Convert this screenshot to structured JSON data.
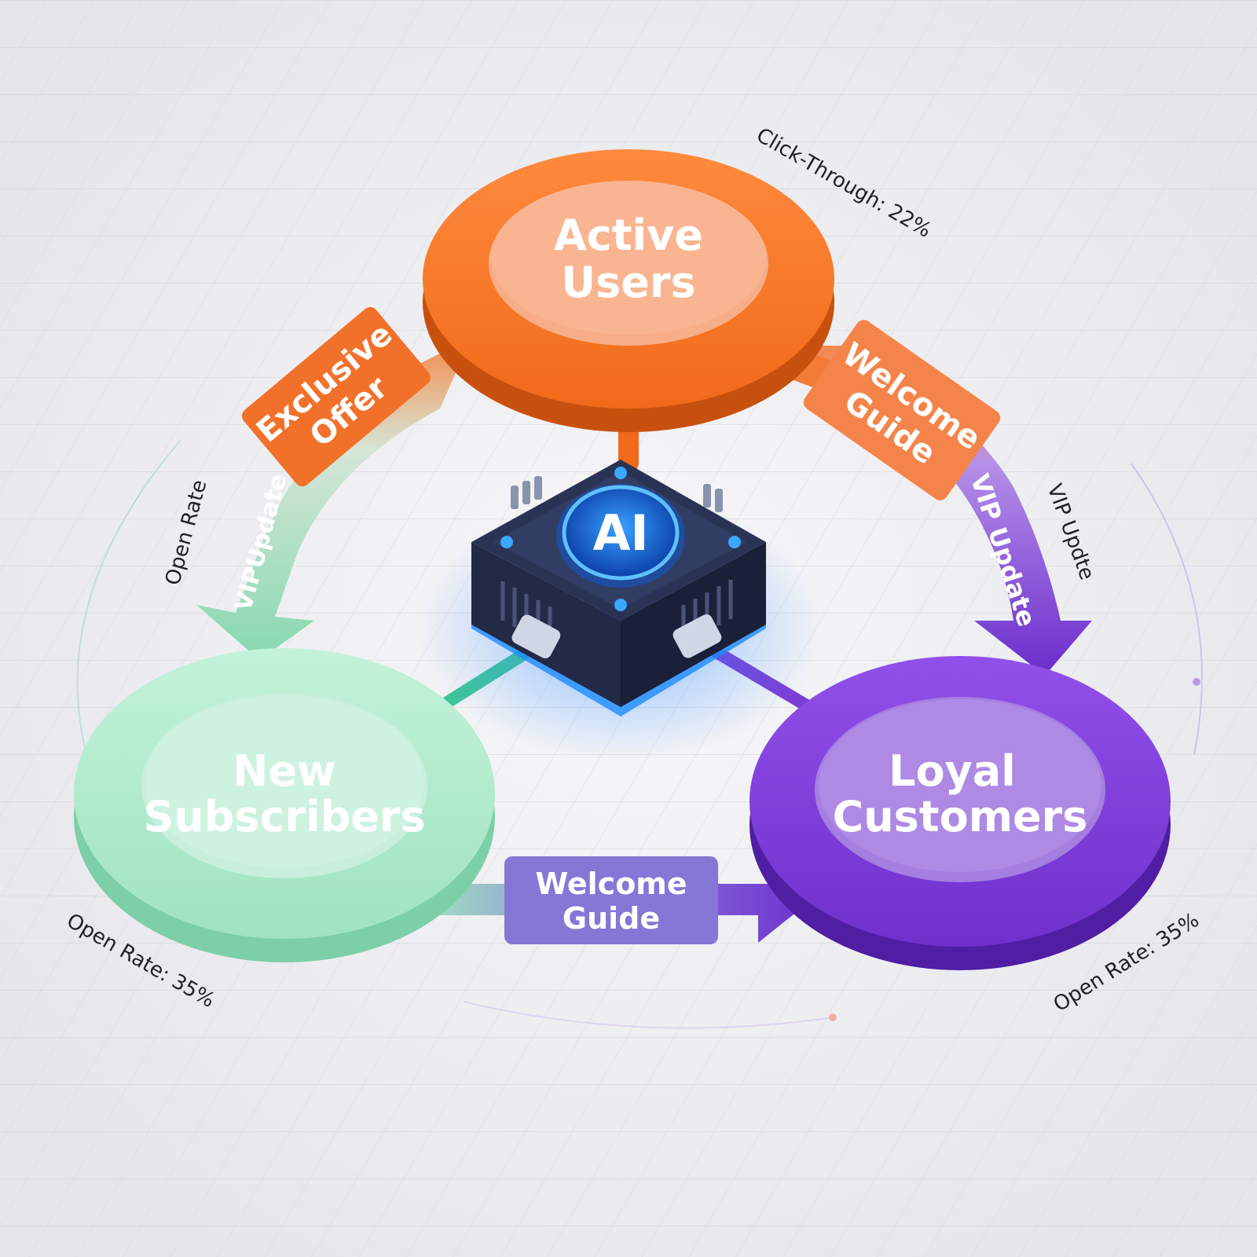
{
  "nodes": {
    "active": {
      "line1": "Active",
      "line2": "Users",
      "color": "#f57a2c"
    },
    "new": {
      "line1": "New",
      "line2": "Subscribers",
      "color": "#a6e8c8"
    },
    "loyal": {
      "line1": "Loyal",
      "line2": "Customers",
      "color": "#7d3fd6"
    }
  },
  "hub": {
    "label": "AI",
    "glow": "#2f8bff"
  },
  "flows": {
    "exclusive_offer": {
      "line1": "Exclusive",
      "line2": "Offer"
    },
    "welcome_guide_top": {
      "line1": "Welcome",
      "line2": "Guide"
    },
    "welcome_guide_bottom": {
      "line1": "Welcome",
      "line2": "Guide"
    },
    "vip_update_left": {
      "label": "VIPUpdate"
    },
    "vip_update_right": {
      "label": "VIP Update"
    }
  },
  "metrics": {
    "click_through": "Click-Through: 22%",
    "open_rate_left": "Open Rate",
    "vip_updte_right": "VIP Updte",
    "open_rate_bottom_left": "Open Rate: 35%",
    "open_rate_bottom_right": "Open Rate: 35%"
  }
}
